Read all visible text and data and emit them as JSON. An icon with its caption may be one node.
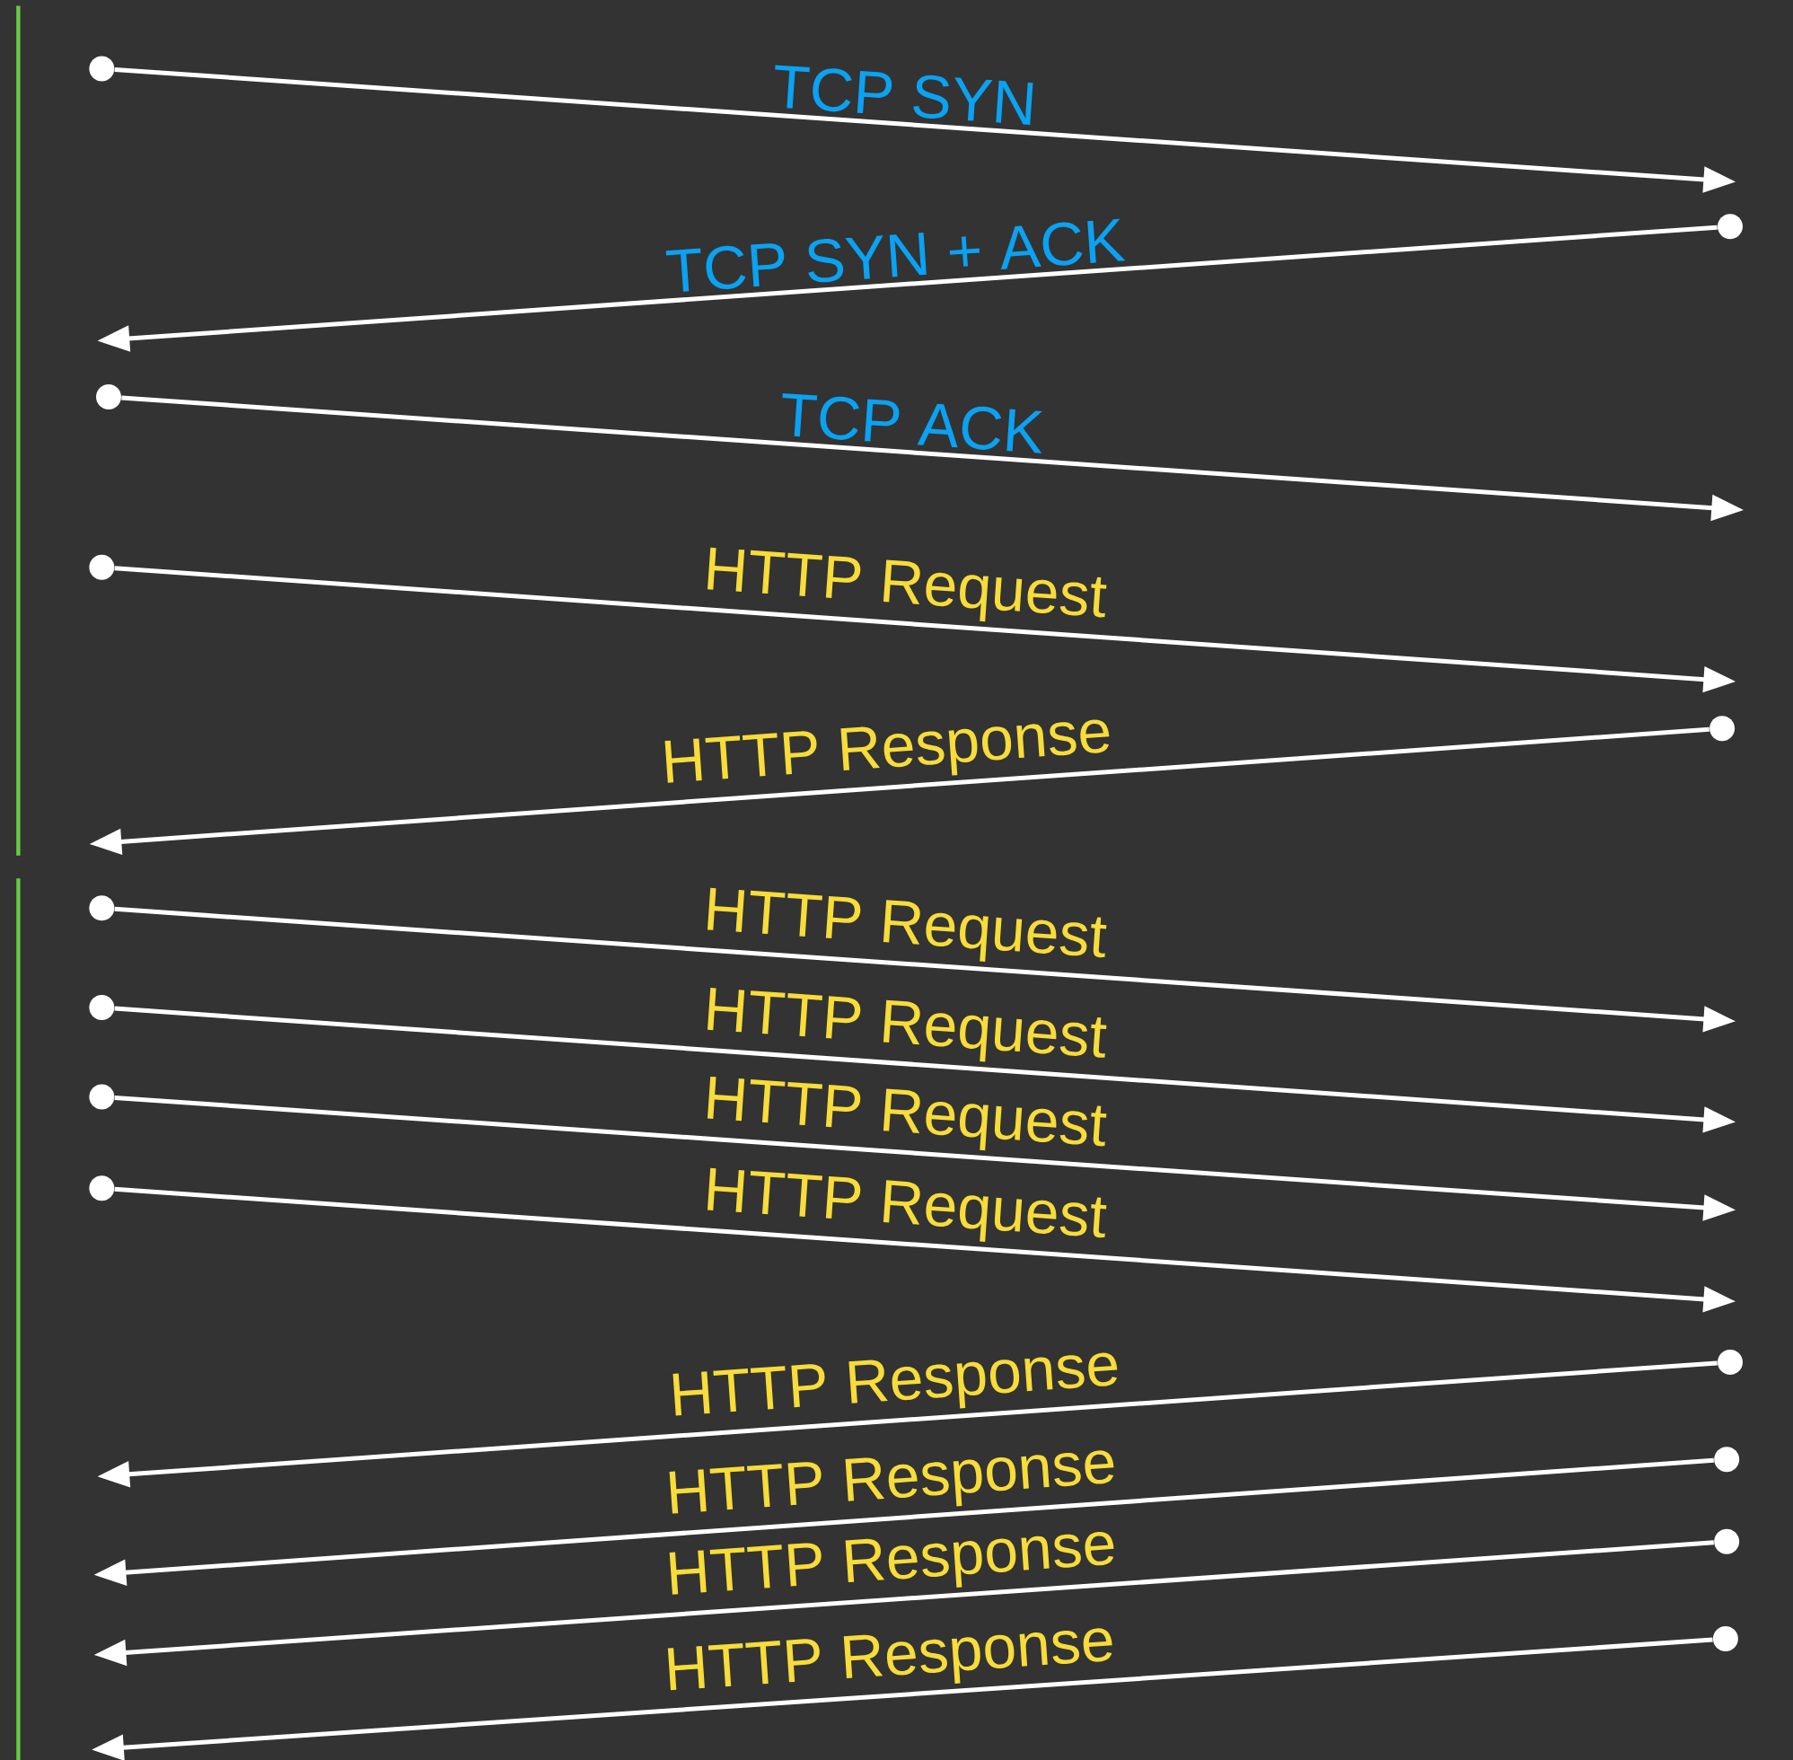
{
  "diagram": {
    "nodes": [
      {
        "text": [],
        "shape": "circle"
      },
      {
        "text": [],
        "shape": "circle"
      },
      {
        "text": [],
        "shape": "circle"
      },
      {
        "text": [],
        "shape": "circle"
      },
      {
        "text": [],
        "shape": "circle"
      },
      {
        "text": [],
        "shape": "circle"
      },
      {
        "text": [],
        "shape": "circle"
      },
      {
        "text": [],
        "shape": "circle"
      },
      {
        "text": [],
        "shape": "circle"
      },
      {
        "text": [],
        "shape": "circle"
      },
      {
        "text": [],
        "shape": "circle"
      },
      {
        "text": [],
        "shape": "circle"
      },
      {
        "text": [],
        "shape": "circle"
      }
    ],
    "edges": [
      {
        "from": 0,
        "to": null,
        "arrow": "to",
        "label": "TCP SYN"
      },
      {
        "from": 1,
        "to": null,
        "arrow": "to",
        "label": "TCP SYN + ACK"
      },
      {
        "from": 2,
        "to": null,
        "arrow": "to",
        "label": "TCP ACK"
      },
      {
        "from": 3,
        "to": null,
        "arrow": "to",
        "label": "HTTP Request"
      },
      {
        "from": 4,
        "to": null,
        "arrow": "to",
        "label": "HTTP Response"
      },
      {
        "from": 5,
        "to": null,
        "arrow": "to",
        "label": "HTTP Request"
      },
      {
        "from": 6,
        "to": null,
        "arrow": "to",
        "label": "HTTP Request"
      },
      {
        "from": 7,
        "to": null,
        "arrow": "to",
        "label": "HTTP Request"
      },
      {
        "from": 8,
        "to": null,
        "arrow": "to",
        "label": "HTTP Request"
      },
      {
        "from": 9,
        "to": null,
        "arrow": "to",
        "label": "HTTP Response"
      },
      {
        "from": 10,
        "to": null,
        "arrow": "to",
        "label": "HTTP Response"
      },
      {
        "from": 11,
        "to": null,
        "arrow": "to",
        "label": "HTTP Response"
      },
      {
        "from": 12,
        "to": null,
        "arrow": "to",
        "label": "HTTP Response"
      }
    ]
  }
}
